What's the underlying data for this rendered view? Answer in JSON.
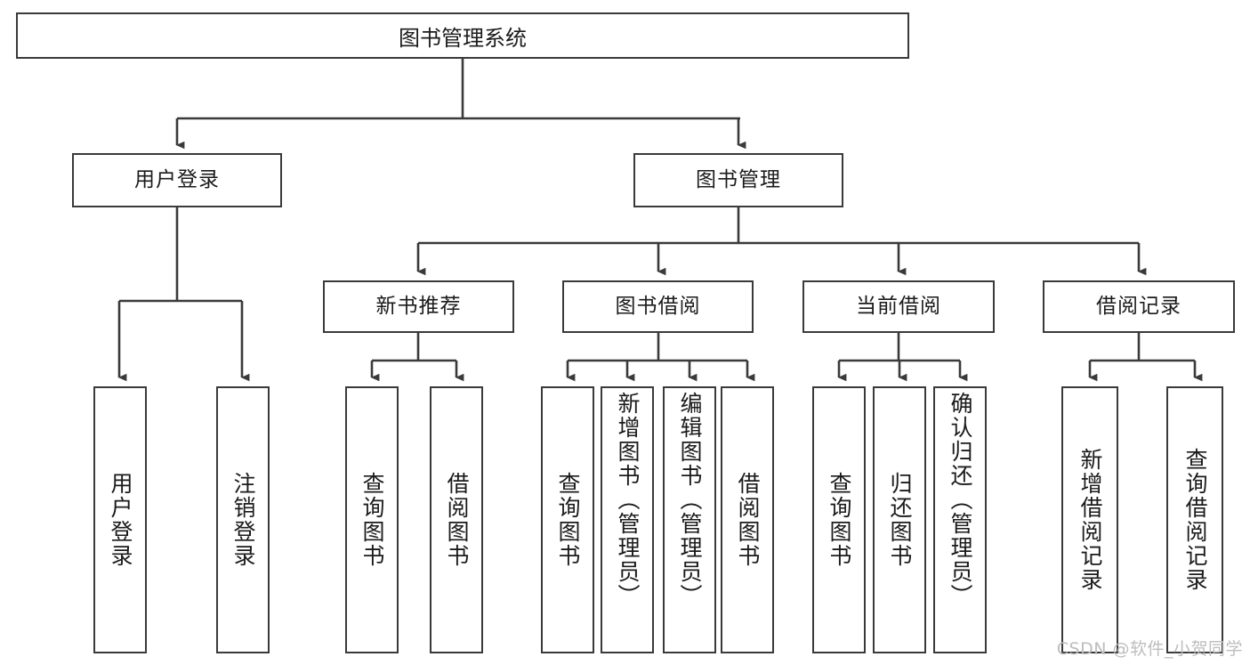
{
  "diagram": {
    "title": "图书管理系统",
    "watermark": "CSDN @软件_小贺同学",
    "colors": {
      "stroke": "#3a3a3a",
      "text": "#1b1b1b",
      "background": "#ffffff",
      "watermark": "#bdbdbd"
    },
    "root": {
      "label": "图书管理系统"
    },
    "level2": [
      {
        "label": "用户登录"
      },
      {
        "label": "图书管理"
      }
    ],
    "level3": [
      {
        "label": "新书推荐"
      },
      {
        "label": "图书借阅"
      },
      {
        "label": "当前借阅"
      },
      {
        "label": "借阅记录"
      }
    ],
    "leaves": {
      "user_login": [
        {
          "label": "用户登录"
        },
        {
          "label": "注销登录"
        }
      ],
      "new_book_recommend": [
        {
          "label": "查询图书"
        },
        {
          "label": "借阅图书"
        }
      ],
      "book_borrow": [
        {
          "label": "查询图书"
        },
        {
          "label": "新增图书（管理员）"
        },
        {
          "label": "编辑图书（管理员）"
        },
        {
          "label": "借阅图书"
        }
      ],
      "current_borrow": [
        {
          "label": "查询图书"
        },
        {
          "label": "归还图书"
        },
        {
          "label": "确认归还（管理员）"
        }
      ],
      "borrow_record": [
        {
          "label": "新增借阅记录"
        },
        {
          "label": "查询借阅记录"
        }
      ]
    }
  }
}
